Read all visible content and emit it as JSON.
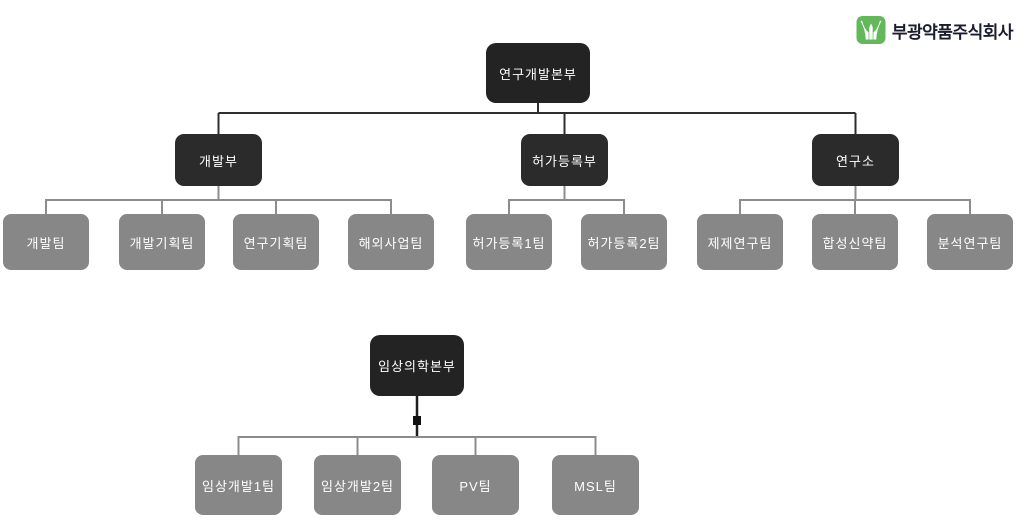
{
  "logo": {
    "company_name": "부광약품주식회사",
    "icon": "bukwang-logo-icon",
    "brand_green": "#64b85c",
    "brand_text_color": "#1c1c30"
  },
  "colors": {
    "hq_node": "#232323",
    "dept_node": "#2b2b2b",
    "team_node": "#878787",
    "connector_dark": "#2e2e2e",
    "connector_gray": "#8c8c8c",
    "node_text": "#ffffff",
    "background": "#ffffff"
  },
  "org_chart_rnd": {
    "root": {
      "label": "연구개발본부"
    },
    "departments": [
      {
        "label": "개발부",
        "teams": [
          {
            "label": "개발팀"
          },
          {
            "label": "개발기획팀"
          },
          {
            "label": "연구기획팀"
          },
          {
            "label": "해외사업팀"
          }
        ]
      },
      {
        "label": "허가등록부",
        "teams": [
          {
            "label": "허가등록1팀"
          },
          {
            "label": "허가등록2팀"
          }
        ]
      },
      {
        "label": "연구소",
        "teams": [
          {
            "label": "제제연구팀"
          },
          {
            "label": "합성신약팀"
          },
          {
            "label": "분석연구팀"
          }
        ]
      }
    ]
  },
  "org_chart_clinical": {
    "root": {
      "label": "임상의학본부"
    },
    "teams": [
      {
        "label": "임상개발1팀"
      },
      {
        "label": "임상개발2팀"
      },
      {
        "label": "PV팀"
      },
      {
        "label": "MSL팀"
      }
    ]
  }
}
